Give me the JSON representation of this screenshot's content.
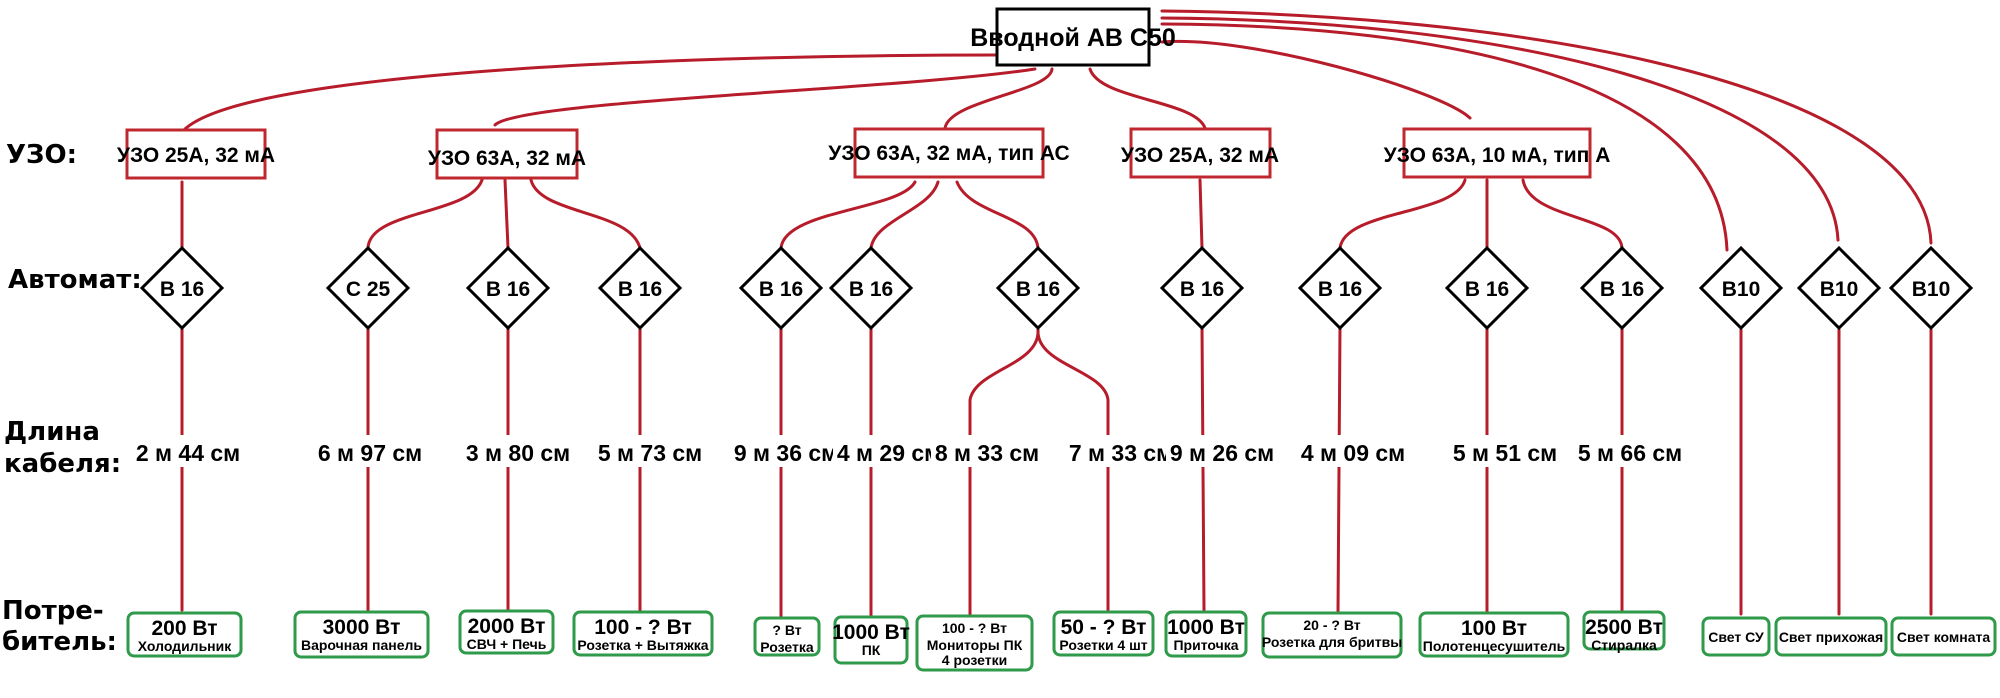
{
  "colors": {
    "wire": "#b71c2b",
    "rcd_border": "#c0282f",
    "consumer_border": "#2e9a4a",
    "breaker_border": "#000000"
  },
  "row_labels": {
    "rcd": "УЗО:",
    "breaker": "Автомат:",
    "cable_line1": "Длина",
    "cable_line2": "кабеля:",
    "consumer_line1": "Потре-",
    "consumer_line2": "битель:"
  },
  "main_breaker": {
    "label": "Вводной АВ С50"
  },
  "rcds": [
    {
      "label": "УЗО 25А, 32 мА"
    },
    {
      "label": "УЗО 63А, 32 мА"
    },
    {
      "label": "УЗО 63А, 32 мА, тип АС"
    },
    {
      "label": "УЗО 25А, 32 мА"
    },
    {
      "label": "УЗО 63А, 10 мА, тип А"
    }
  ],
  "breakers": [
    {
      "label": "B 16"
    },
    {
      "label": "C 25"
    },
    {
      "label": "B 16"
    },
    {
      "label": "B 16"
    },
    {
      "label": "B 16"
    },
    {
      "label": "B 16"
    },
    {
      "label": "B 16"
    },
    {
      "label": "B 16"
    },
    {
      "label": "B 16"
    },
    {
      "label": "B 16"
    },
    {
      "label": "B 16"
    },
    {
      "label": "B10"
    },
    {
      "label": "B10"
    },
    {
      "label": "B10"
    }
  ],
  "cable_lengths": [
    "2 м 44 см",
    "6 м 97 см",
    "3 м 80 см",
    "5 м 73 см",
    "9 м 36 см",
    "4 м 29 см",
    "8 м 33 см",
    "7 м 33 см",
    "9 м 26 см",
    "4 м 09 см",
    "5 м 51 см",
    "5 м 66 см"
  ],
  "consumers": [
    {
      "power": "200 Вт",
      "name": "Холодильник"
    },
    {
      "power": "3000 Вт",
      "name": "Варочная панель"
    },
    {
      "power": "2000 Вт",
      "name": "СВЧ + Печь"
    },
    {
      "power": "100 -  ? Вт",
      "name": "Розетка + Вытяжка"
    },
    {
      "power": "? Вт",
      "name": "Розетка"
    },
    {
      "power": "1000 Вт",
      "name": "ПК"
    },
    {
      "power": "100 - ? Вт",
      "name": "Мониторы ПК",
      "name2": "4 розетки"
    },
    {
      "power": "50 - ? Вт",
      "name": "Розетки 4 шт"
    },
    {
      "power": "1000 Вт",
      "name": "Приточка"
    },
    {
      "power": "20 - ? Вт",
      "name": "Розетка для бритвы"
    },
    {
      "power": "100 Вт",
      "name": "Полотенцесушитель"
    },
    {
      "power": "2500 Вт",
      "name": "Стиралка"
    },
    {
      "power": "",
      "name": "Свет СУ"
    },
    {
      "power": "",
      "name": "Свет прихожая"
    },
    {
      "power": "",
      "name": "Свет комната"
    }
  ]
}
